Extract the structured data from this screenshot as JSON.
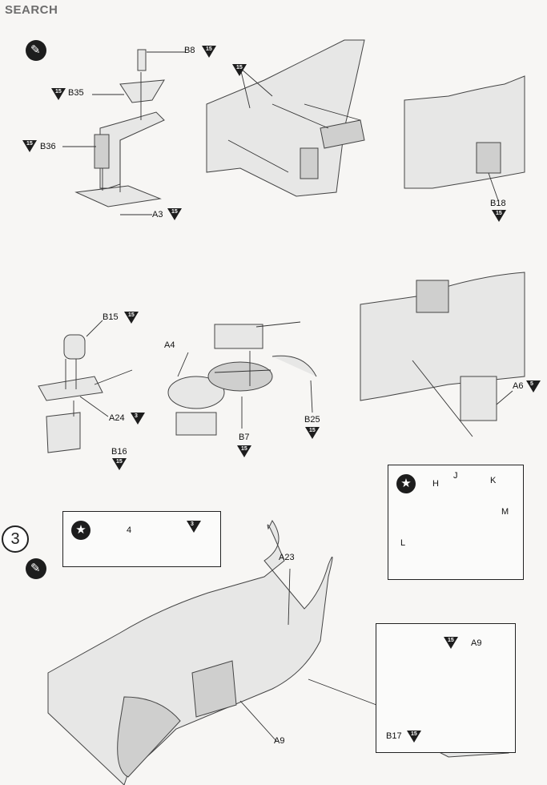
{
  "watermark": {
    "brand_red": "",
    "brand_grey": "SEARCH",
    "sub": ""
  },
  "step": {
    "number": "3"
  },
  "labels": {
    "b8": "B8",
    "b35": "B35",
    "b36": "B36",
    "a3": "A3",
    "b18": "B18",
    "b15": "B15",
    "a24": "A24",
    "b16": "B16",
    "a4": "A4",
    "b7": "B7",
    "b25": "B25",
    "a6": "A6",
    "h": "H",
    "j": "J",
    "k": "K",
    "m": "M",
    "l": "L",
    "four": "4",
    "a23": "A23",
    "a9": "A9",
    "a9b": "A9",
    "b17": "B17"
  },
  "badges": {
    "fifteen": "15",
    "three": "3",
    "five": "5"
  },
  "colors": {
    "ink": "#1d1d1d",
    "part": "#e7e7e6",
    "paper": "#f7f6f4"
  }
}
